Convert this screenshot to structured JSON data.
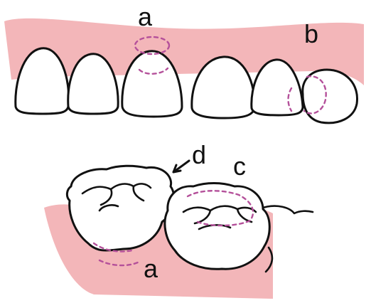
{
  "labels": {
    "a_top": "a",
    "b": "b",
    "d": "d",
    "c": "c",
    "a_bottom": "a"
  },
  "colors": {
    "gum": "#f3b6b9",
    "lesion_mark": "#b4509a",
    "outline": "#111111",
    "background": "#ffffff"
  }
}
